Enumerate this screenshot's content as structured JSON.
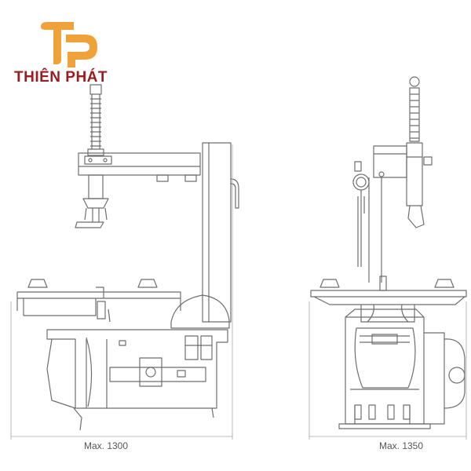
{
  "logo": {
    "brand_name": "THIÊN PHÁT",
    "primary_color": "#f0a23a",
    "text_color": "#9b1c20"
  },
  "dimensions": {
    "left_width": "Max. 1300",
    "right_width": "Max. 1350"
  },
  "colors": {
    "line": "#6e6e6e",
    "light_line": "#a9a9a9"
  }
}
